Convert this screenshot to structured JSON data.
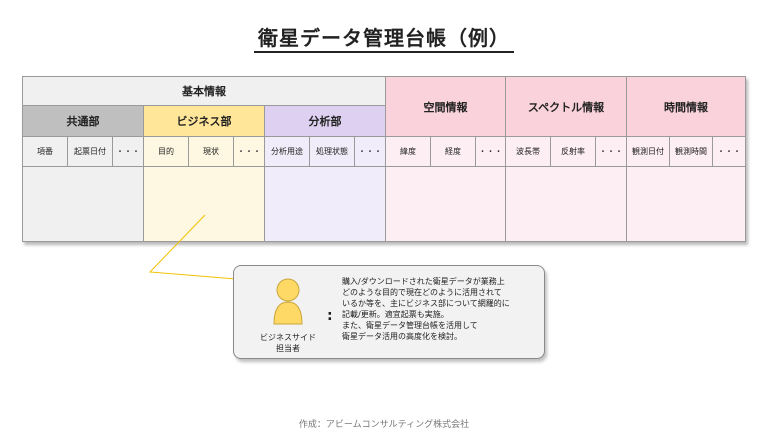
{
  "title": "衛星データ管理台帳（例）",
  "groups": {
    "basic": "基本情報",
    "common": "共通部",
    "business": "ビジネス部",
    "analysis": "分析部",
    "space": "空間情報",
    "spectral": "スペクトル情報",
    "time": "時間情報"
  },
  "fields": {
    "item_no": "項番",
    "issue_date": "起票日付",
    "purpose": "目的",
    "status": "現状",
    "analysis_use": "分析用途",
    "processing_state": "処理状態",
    "latitude": "緯度",
    "longitude": "経度",
    "wavelength": "波長帯",
    "reflectance": "反射率",
    "obs_date": "観測日付",
    "obs_time": "観測時間",
    "more": "・・・"
  },
  "callout": {
    "lines": [
      "購入/ダウンロードされた衛星データが業務上",
      "どのような目的で現在どのように活用されて",
      "いるか等を、主にビジネス部について網羅的に",
      "記載/更新。適宜起票も実施。",
      "また、衛星データ管理台帳を活用して",
      "衛星データ活用の高度化を検討。"
    ],
    "colon": ":",
    "role_line1": "ビジネスサイド",
    "role_line2": "担当者"
  },
  "credit": "作成：アビームコンサルティング株式会社",
  "colors": {
    "gray": "#f0f0f0",
    "gray_header": "#bfbfbf",
    "yellow": "#fef8e2",
    "yellow_header": "#ffe699",
    "purple": "#f1ecf9",
    "purple_header": "#ddd0f1",
    "pink": "#fceef2",
    "pink_header": "#fad2dc",
    "person": "#ffd966"
  }
}
